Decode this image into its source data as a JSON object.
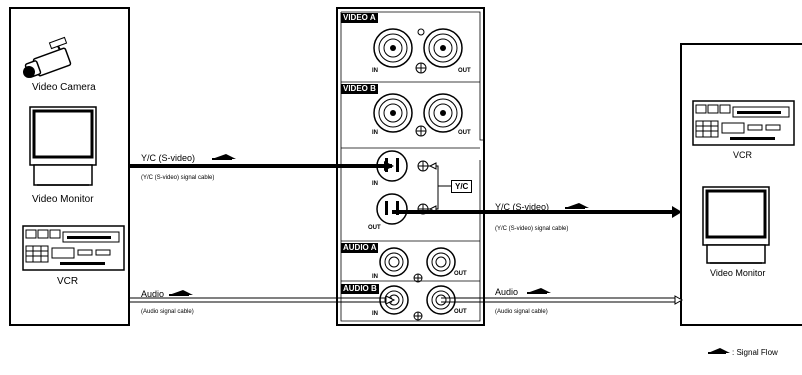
{
  "left_devices": {
    "camera": "Video Camera",
    "monitor": "Video Monitor",
    "vcr": "VCR"
  },
  "right_devices": {
    "vcr": "VCR",
    "monitor": "Video Monitor"
  },
  "panel": {
    "video_a": "VIDEO A",
    "video_b": "VIDEO B",
    "audio_a": "AUDIO A",
    "audio_b": "AUDIO B",
    "yc_tag": "Y/C",
    "in": "IN",
    "out": "OUT"
  },
  "connections": {
    "yc_in_label": "Y/C (S-video)",
    "yc_in_cable": "(Y/C (S-video) signal cable)",
    "yc_out_label": "Y/C (S-video)",
    "yc_out_cable": "(Y/C (S-video) signal cable)",
    "audio_in_label": "Audio",
    "audio_in_cable": "(Audio signal cable)",
    "audio_out_label": "Audio",
    "audio_out_cable": "(Audio signal cable)"
  },
  "legend": {
    "signal_flow": ": Signal Flow"
  }
}
